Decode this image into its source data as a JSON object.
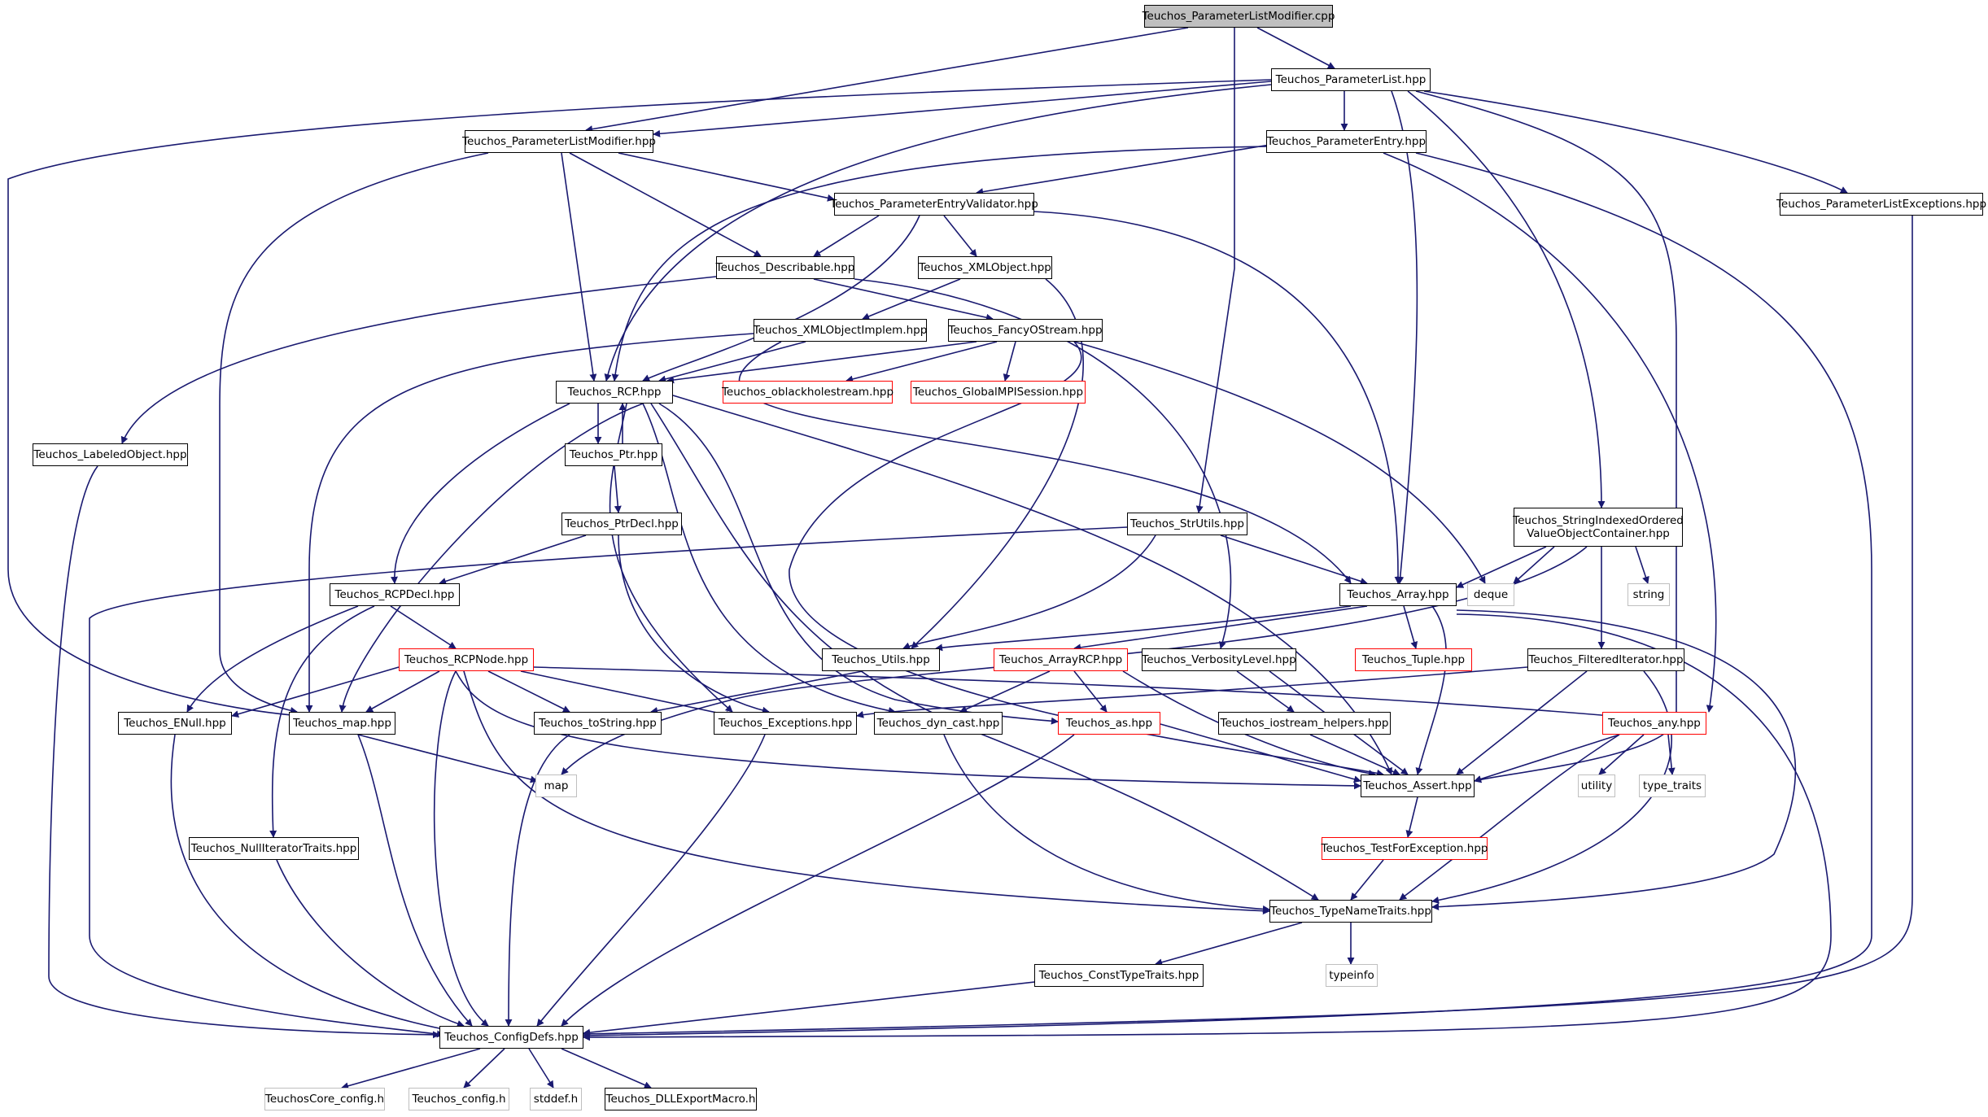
{
  "colors": {
    "edge": "#191970",
    "border": "#000000",
    "missing": "#ff0000",
    "external": "#bfbfbf",
    "root_fill": "#bfbfbf"
  },
  "nodes": {
    "root": "Teuchos_ParameterListModifier.cpp",
    "parameterlist": "Teuchos_ParameterList.hpp",
    "plmodifier": "Teuchos_ParameterListModifier.hpp",
    "parameterentry": "Teuchos_ParameterEntry.hpp",
    "plexceptions": "Teuchos_ParameterListExceptions.hpp",
    "entryvalidator": "Teuchos_ParameterEntryValidator.hpp",
    "describable": "Teuchos_Describable.hpp",
    "xmlobject": "Teuchos_XMLObject.hpp",
    "xmlobjectimplem": "Teuchos_XMLObjectImplem.hpp",
    "fancyostream": "Teuchos_FancyOStream.hpp",
    "rcp": "Teuchos_RCP.hpp",
    "oblackhole": "Teuchos_oblackholestream.hpp",
    "globalmpi": "Teuchos_GlobalMPISession.hpp",
    "labeledobject": "Teuchos_LabeledObject.hpp",
    "ptr": "Teuchos_Ptr.hpp",
    "ptrdecl": "Teuchos_PtrDecl.hpp",
    "strutils": "Teuchos_StrUtils.hpp",
    "sivoc_line1": "Teuchos_StringIndexedOrdered",
    "sivoc_line2": "ValueObjectContainer.hpp",
    "rcpdecl": "Teuchos_RCPDecl.hpp",
    "array": "Teuchos_Array.hpp",
    "deque": "deque",
    "string": "string",
    "rcpnode": "Teuchos_RCPNode.hpp",
    "utils": "Teuchos_Utils.hpp",
    "arrayrcp": "Teuchos_ArrayRCP.hpp",
    "verbositylevel": "Teuchos_VerbosityLevel.hpp",
    "tuple": "Teuchos_Tuple.hpp",
    "filterediterator": "Teuchos_FilteredIterator.hpp",
    "enull": "Teuchos_ENull.hpp",
    "map_hpp": "Teuchos_map.hpp",
    "tostring": "Teuchos_toString.hpp",
    "exceptions": "Teuchos_Exceptions.hpp",
    "dyncast": "Teuchos_dyn_cast.hpp",
    "as": "Teuchos_as.hpp",
    "iostreamhelpers": "Teuchos_iostream_helpers.hpp",
    "any": "Teuchos_any.hpp",
    "map": "map",
    "assert": "Teuchos_Assert.hpp",
    "utility": "utility",
    "typetraits": "type_traits",
    "nulliterator": "Teuchos_NullIteratorTraits.hpp",
    "testforexception": "Teuchos_TestForException.hpp",
    "typenametraits": "Teuchos_TypeNameTraits.hpp",
    "consttypetraits": "Teuchos_ConstTypeTraits.hpp",
    "typeinfo": "typeinfo",
    "configdefs": "Teuchos_ConfigDefs.hpp",
    "coreconfig": "TeuchosCore_config.h",
    "config": "Teuchos_config.h",
    "stddef": "stddef.h",
    "dllexport": "Teuchos_DLLExportMacro.h"
  }
}
